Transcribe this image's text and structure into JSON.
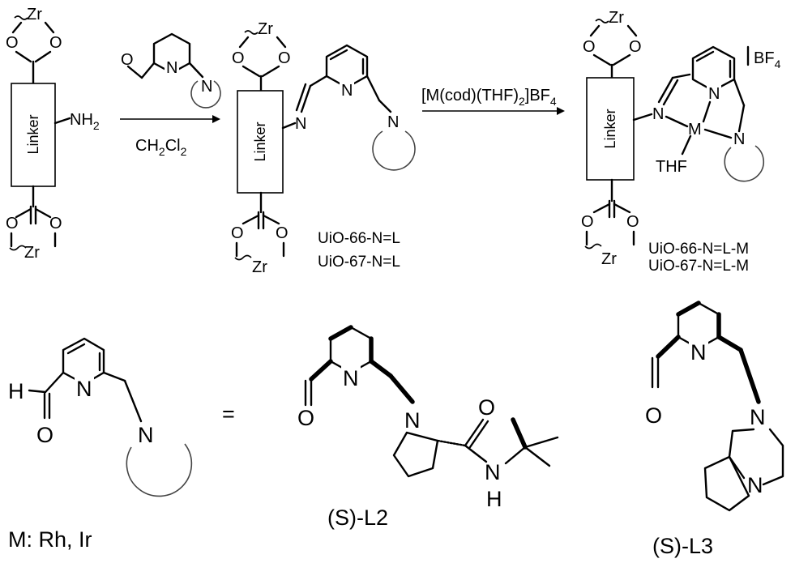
{
  "atoms": {
    "zr": "Zr",
    "o": "O",
    "n": "N",
    "h": "H",
    "m": "M",
    "nh2": "NH",
    "two": "2",
    "four": "4",
    "thf": "THF"
  },
  "boxes": {
    "linker": "Linker"
  },
  "reagents": {
    "step1_solvent": "CH",
    "step1_solvent_sub": "2",
    "step1_solvent_tail": "Cl",
    "step2_prefix": "[M(cod)(THF)",
    "step2_suffix": "]BF",
    "counterion": "BF"
  },
  "labels": {
    "intermediate_1": "UiO-66-N=L",
    "intermediate_2": "UiO-67-N=L",
    "product_1": "UiO-66-N=L-M",
    "product_2": "UiO-67-N=L-M",
    "metals": "M: Rh, Ir",
    "equals": "=",
    "ligand_l2": "(S)-L2",
    "ligand_l3": "(S)-L3"
  }
}
